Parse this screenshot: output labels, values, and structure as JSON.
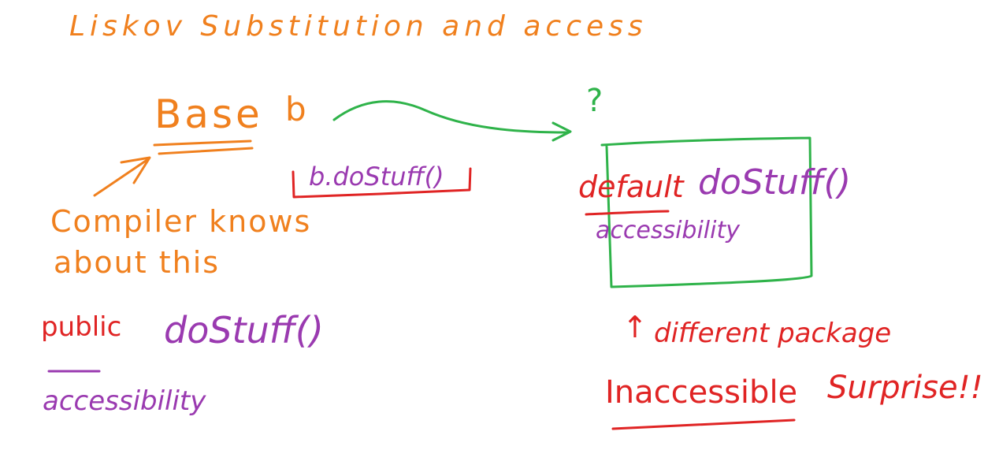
{
  "colors": {
    "orange": "#f0801e",
    "red": "#e02424",
    "purple": "#9a3ab0",
    "green": "#2fb34a"
  },
  "title": "Liskov Substitution and access",
  "left": {
    "base_label": "Base",
    "var_label": "b",
    "call_label": "b.doStuff()",
    "compiler_line1": "Compiler knows",
    "compiler_line2": "about this",
    "public_label": "public",
    "method_label": "doStuff()",
    "accessibility_label": "accessibility"
  },
  "right": {
    "question_mark": "?",
    "default_label": "default",
    "method_label": "doStuff()",
    "accessibility_label": "accessibility",
    "package_arrow": "↑",
    "package_note": "different package",
    "inaccessible_label": "Inaccessible",
    "surprise_label": "Surprise!!"
  }
}
